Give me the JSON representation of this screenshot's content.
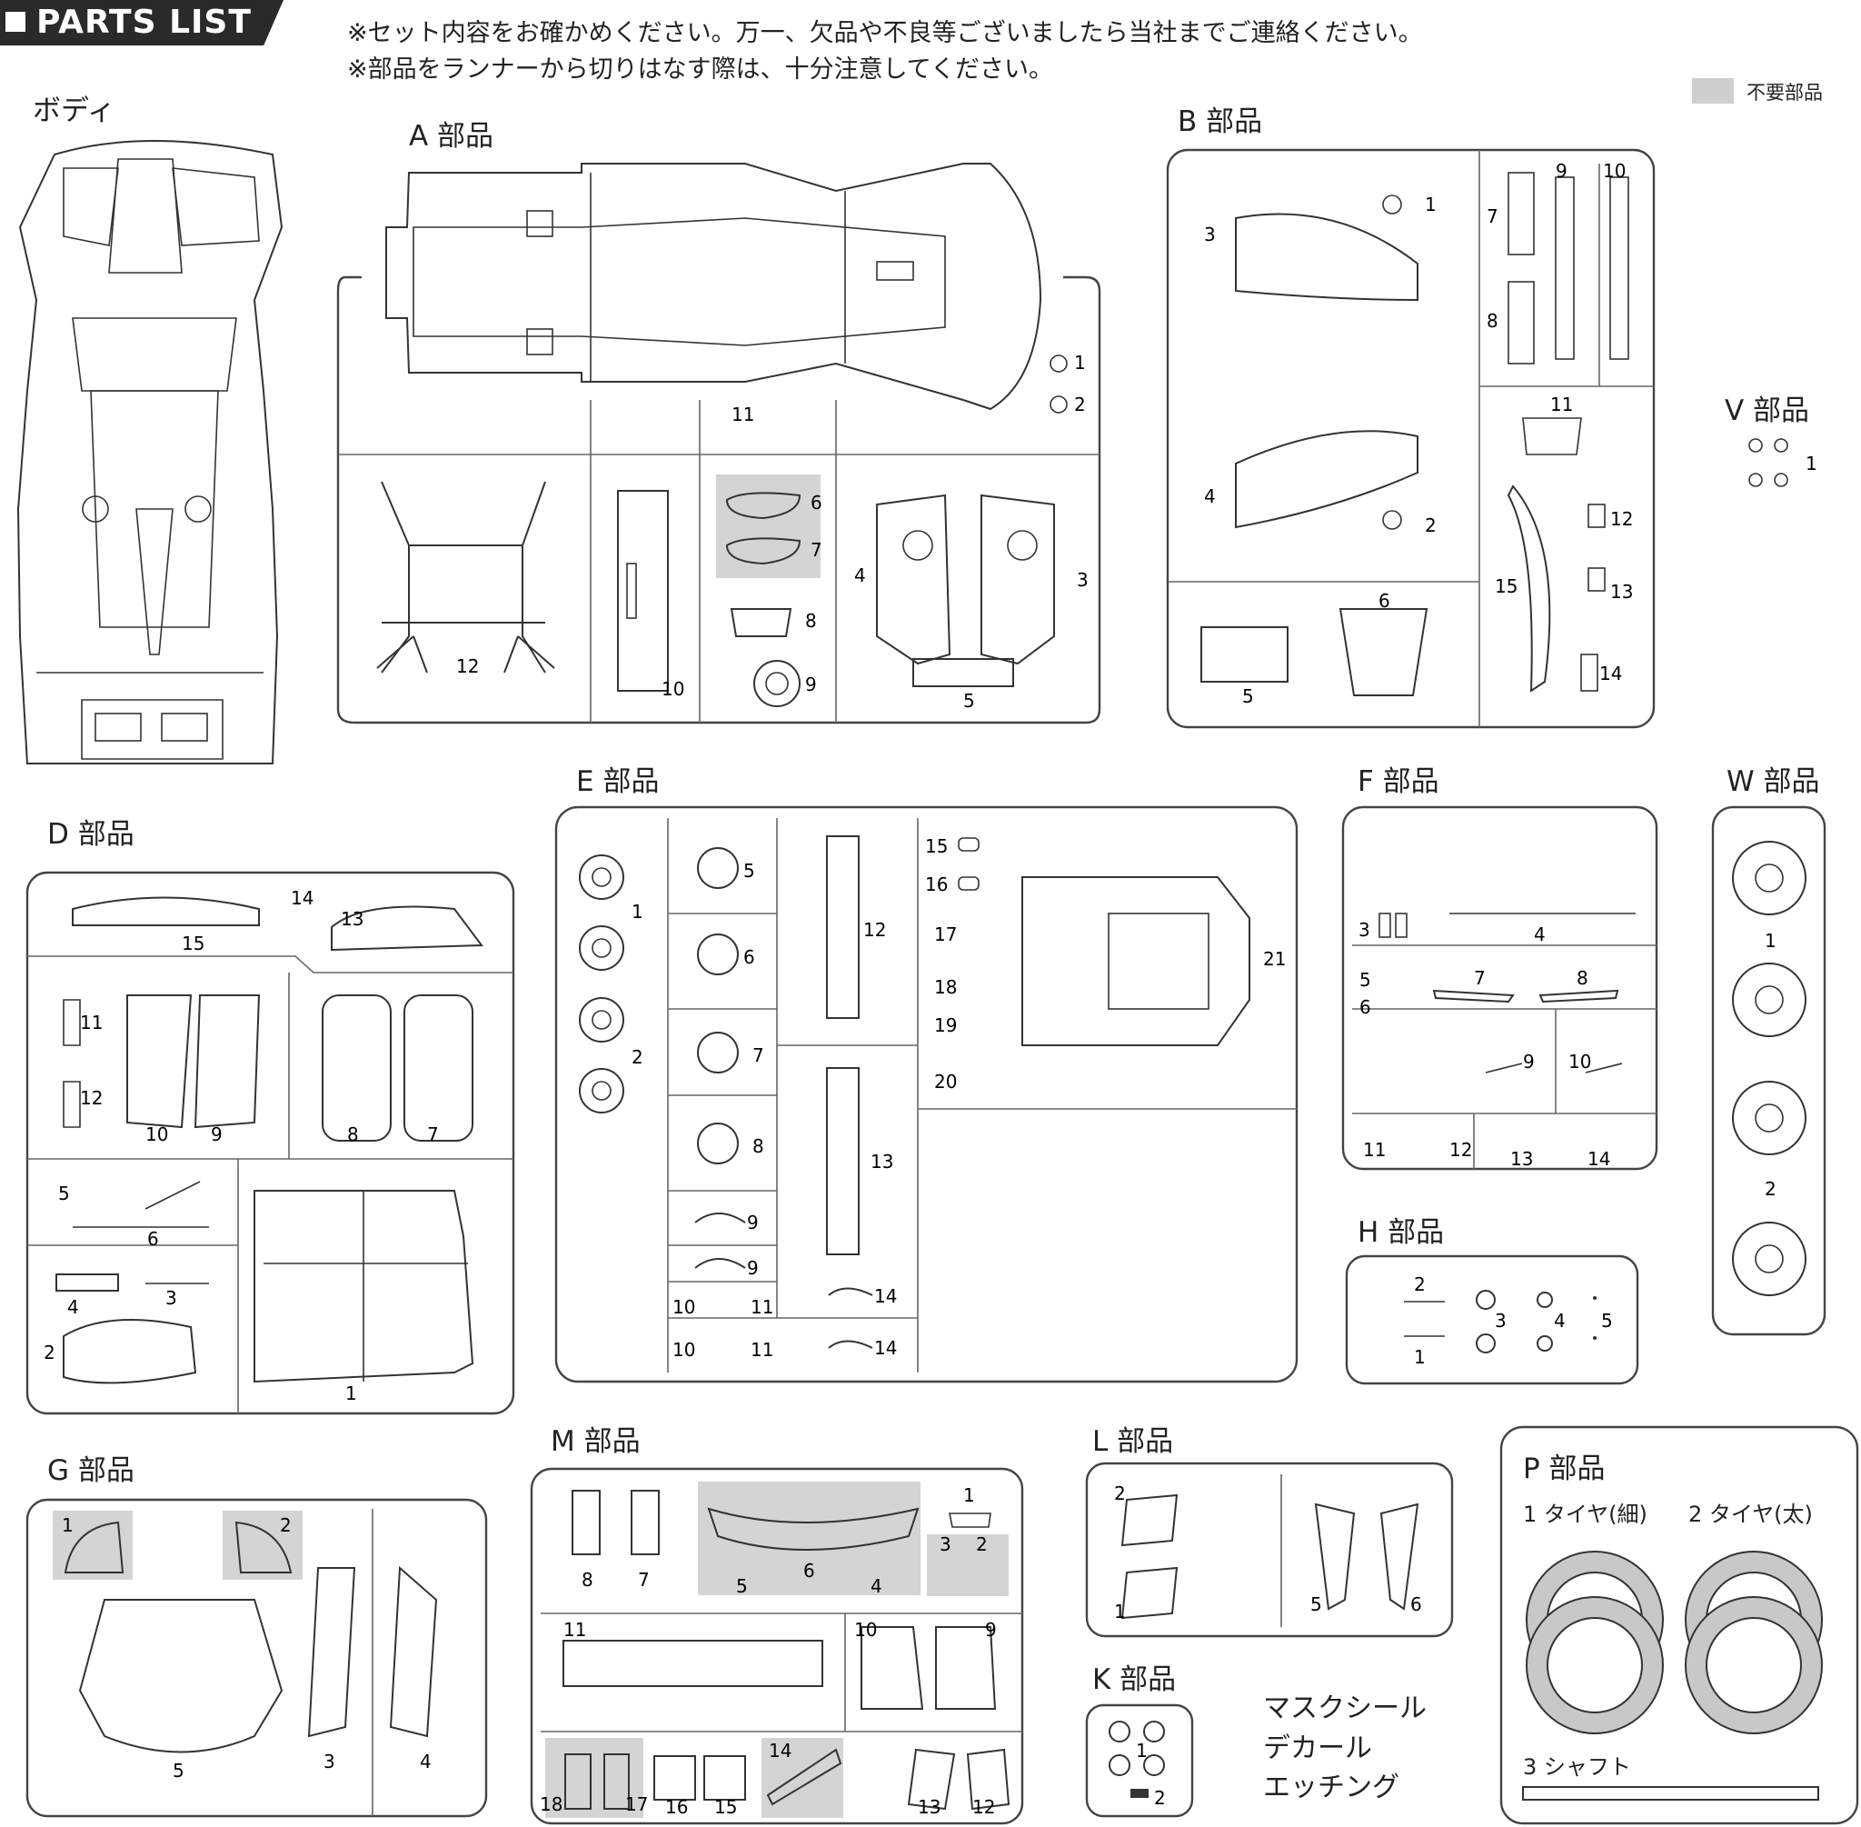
{
  "header": {
    "title": "PARTS LIST"
  },
  "notes": [
    "※セット内容をお確かめください。万一、欠品や不良等ございましたら当社までご連絡ください。",
    "※部品をランナーから切りはなす際は、十分注意してください。"
  ],
  "legend": {
    "label": "不要部品",
    "color": "#cfcfcf"
  },
  "sections": {
    "body": "ボディ",
    "A": "A 部品",
    "B": "B 部品",
    "V": "V 部品",
    "D": "D 部品",
    "E": "E 部品",
    "F": "F 部品",
    "W": "W 部品",
    "H": "H 部品",
    "G": "G 部品",
    "M": "M 部品",
    "L": "L 部品",
    "K": "K 部品",
    "P": "P 部品"
  },
  "extras": [
    "マスクシール",
    "デカール",
    "エッチング"
  ],
  "p_parts": {
    "p1": "1 タイヤ(細)",
    "p2": "2 タイヤ(太)",
    "p3": "3 シャフト"
  },
  "nums": {
    "a": [
      "1",
      "2",
      "11",
      "12",
      "10",
      "6",
      "7",
      "8",
      "9",
      "4",
      "3",
      "5"
    ],
    "b": [
      "1",
      "3",
      "4",
      "2",
      "5",
      "6",
      "7",
      "8",
      "9",
      "10",
      "11",
      "12",
      "13",
      "14",
      "15"
    ],
    "v": [
      "1"
    ],
    "d": [
      "14",
      "13",
      "15",
      "11",
      "12",
      "10",
      "9",
      "8",
      "7",
      "5",
      "6",
      "4",
      "3",
      "2",
      "1"
    ],
    "e": [
      "1",
      "2",
      "5",
      "6",
      "7",
      "8",
      "9",
      "9",
      "10",
      "11",
      "10",
      "11",
      "12",
      "13",
      "14",
      "14",
      "15",
      "16",
      "17",
      "18",
      "19",
      "20",
      "21"
    ],
    "f": [
      "3",
      "4",
      "5",
      "6",
      "7",
      "8",
      "9",
      "10",
      "11",
      "12",
      "13",
      "14"
    ],
    "w": [
      "1",
      "2"
    ],
    "h": [
      "2",
      "1",
      "3",
      "4",
      "5"
    ],
    "g": [
      "1",
      "2",
      "5",
      "3",
      "4"
    ],
    "m": [
      "8",
      "7",
      "6",
      "5",
      "4",
      "1",
      "3",
      "2",
      "11",
      "10",
      "9",
      "14",
      "18",
      "17",
      "16",
      "15",
      "13",
      "12"
    ],
    "l": [
      "2",
      "1",
      "5",
      "6"
    ],
    "k": [
      "1",
      "2"
    ]
  }
}
